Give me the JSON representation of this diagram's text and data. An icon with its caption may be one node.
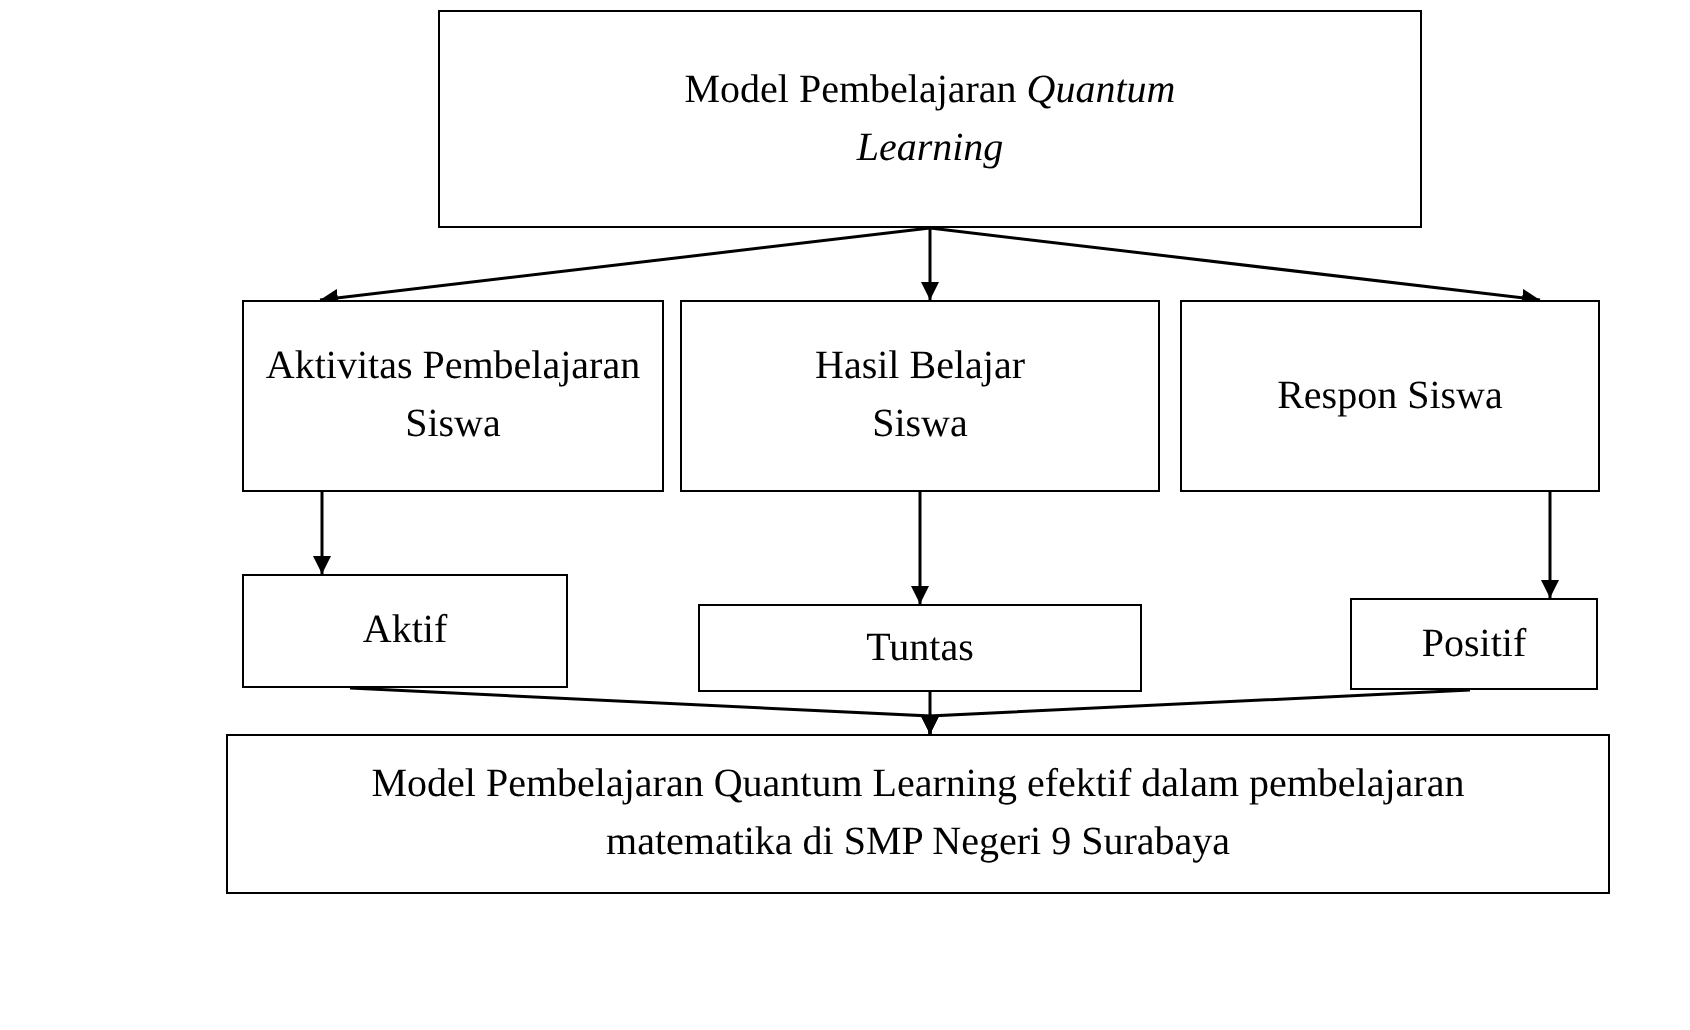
{
  "diagram": {
    "nodes": [
      {
        "text": [
          "Model Pembelajaran *Quantum Learning*"
        ]
      },
      {
        "text": [
          "Aktivitas Pembelajaran Siswa"
        ]
      },
      {
        "text": [
          "Hasil Belajar Siswa"
        ]
      },
      {
        "text": [
          "Respon Siswa"
        ]
      },
      {
        "text": [
          "Aktif"
        ]
      },
      {
        "text": [
          "Tuntas"
        ]
      },
      {
        "text": [
          "Positif"
        ]
      },
      {
        "text": [
          "Model Pembelajaran Quantum Learning efektif dalam pembelajaran matematika di SMP Negeri 9 Surabaya"
        ]
      }
    ],
    "edges": [
      {
        "from": 0,
        "to": 1,
        "arrow": "to"
      },
      {
        "from": 0,
        "to": 2,
        "arrow": "to"
      },
      {
        "from": 0,
        "to": 3,
        "arrow": "to"
      },
      {
        "from": 1,
        "to": 4,
        "arrow": "to"
      },
      {
        "from": 2,
        "to": 5,
        "arrow": "to"
      },
      {
        "from": 3,
        "to": 6,
        "arrow": "to"
      },
      {
        "from": 4,
        "to": 7,
        "arrow": "to"
      },
      {
        "from": 5,
        "to": 7,
        "arrow": "to"
      },
      {
        "from": 6,
        "to": 7,
        "arrow": "to"
      }
    ]
  }
}
